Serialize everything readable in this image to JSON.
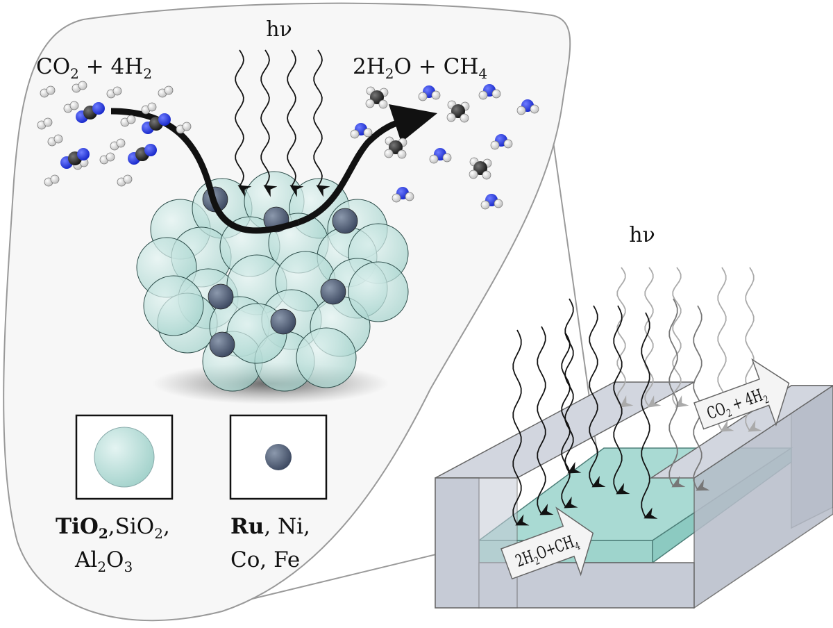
{
  "photon_top": "hν",
  "photon_right": "hν",
  "reactants": {
    "a": "CO",
    "a_sub": "2",
    "mid": " + 4H",
    "mid_sub": "2"
  },
  "products": {
    "a": "2H",
    "a_sub": "2",
    "b": "O + CH",
    "b_sub": "4"
  },
  "legend": {
    "support": {
      "bold": "TiO",
      "bold_sub": "2",
      "rest": ",SiO",
      "rest_sub": "2",
      "comma": ",",
      "line2_a": "Al",
      "line2_sub1": "2",
      "line2_b": "O",
      "line2_sub2": "3"
    },
    "metal": {
      "bold": "Ru",
      "rest": ", Ni,",
      "line2": "Co, Fe"
    }
  },
  "reactor": {
    "inlet": {
      "a": "CO",
      "a_sub": "2",
      "b": " + 4H",
      "b_sub": "2"
    },
    "outlet": {
      "a": "2H",
      "a_sub": "2",
      "b": "O+CH",
      "b_sub": "4"
    }
  },
  "colors": {
    "support_particle": "#bfe3df",
    "metal_particle": "#4c5a70",
    "reactor_body": "#c6cbd6",
    "catalyst_bed": "#9ed4cc",
    "bubble_bg": "#f7f7f7",
    "nitrogen_atom": "#2233dd",
    "carbon_atom": "#222222",
    "hydrogen_atom": "#f0f0f0"
  }
}
